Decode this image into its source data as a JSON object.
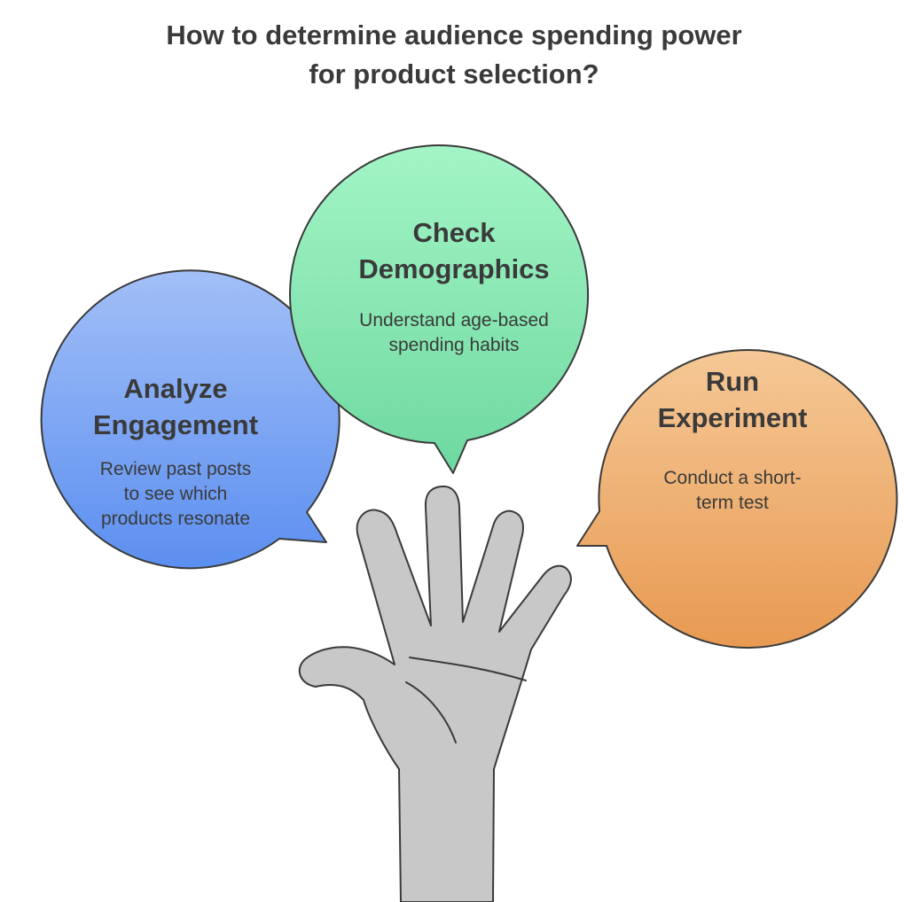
{
  "title": {
    "line1": "How to determine audience spending power",
    "line2": "for product selection?"
  },
  "bubbles": [
    {
      "heading_line1": "Analyze",
      "heading_line2": "Engagement",
      "desc_line1": "Review past posts",
      "desc_line2": "to see which",
      "desc_line3": "products resonate",
      "color_top": "#a2bff7",
      "color_bottom": "#5b8ff0"
    },
    {
      "heading_line1": "Check",
      "heading_line2": "Demographics",
      "desc_line1": "Understand age-based",
      "desc_line2": "spending habits",
      "color_top": "#a3f5c6",
      "color_bottom": "#6ed8a0"
    },
    {
      "heading_line1": "Run",
      "heading_line2": "Experiment",
      "desc_line1": "Conduct a short-",
      "desc_line2": "term test",
      "color_top": "#f5c896",
      "color_bottom": "#e89a52"
    }
  ],
  "hand": {
    "fill": "#c8c8c8",
    "stroke": "#3a3a3a"
  }
}
